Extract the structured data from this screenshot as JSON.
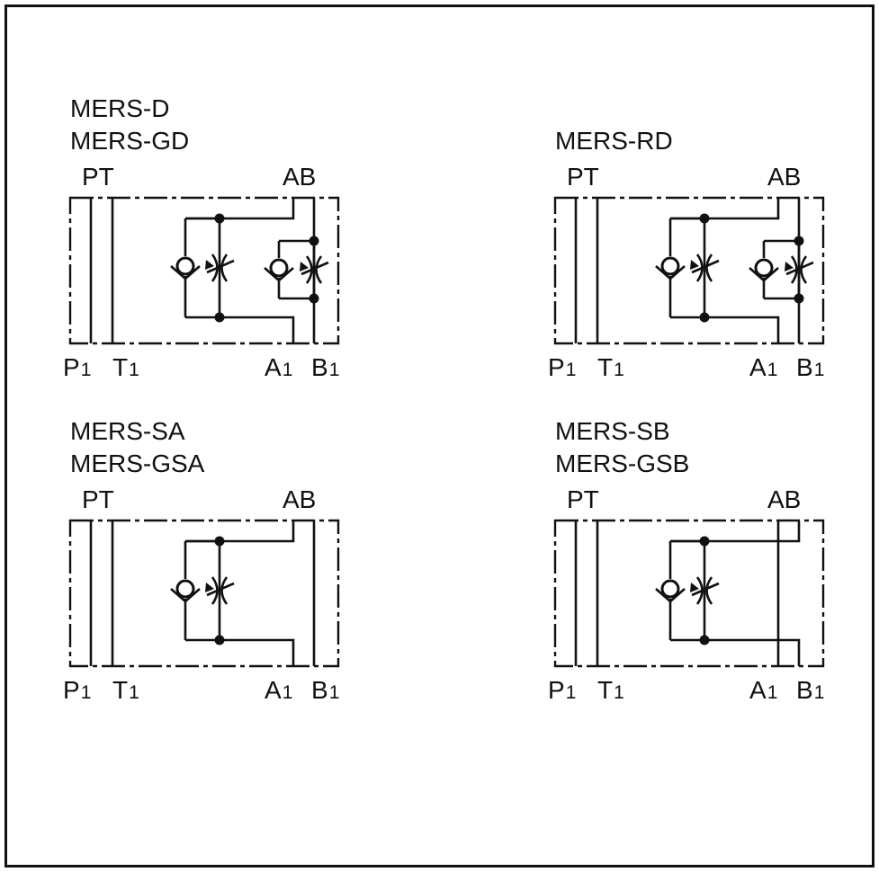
{
  "symbols": [
    {
      "id": "top-left",
      "titles": [
        "MERS-D",
        "MERS-GD"
      ],
      "top_ports": {
        "left": "PT",
        "right": "AB"
      },
      "bottom_ports": [
        {
          "main": "P",
          "sub": "1"
        },
        {
          "main": "T",
          "sub": "1"
        },
        {
          "main": "A",
          "sub": "1"
        },
        {
          "main": "B",
          "sub": "1"
        }
      ],
      "flow_controls": [
        "A",
        "B"
      ]
    },
    {
      "id": "top-right",
      "titles": [
        "MERS-RD"
      ],
      "top_ports": {
        "left": "PT",
        "right": "AB"
      },
      "bottom_ports": [
        {
          "main": "P",
          "sub": "1"
        },
        {
          "main": "T",
          "sub": "1"
        },
        {
          "main": "A",
          "sub": "1"
        },
        {
          "main": "B",
          "sub": "1"
        }
      ],
      "flow_controls": [
        "A",
        "B"
      ]
    },
    {
      "id": "bottom-left",
      "titles": [
        "MERS-SA",
        "MERS-GSA"
      ],
      "top_ports": {
        "left": "PT",
        "right": "AB"
      },
      "bottom_ports": [
        {
          "main": "P",
          "sub": "1"
        },
        {
          "main": "T",
          "sub": "1"
        },
        {
          "main": "A",
          "sub": "1"
        },
        {
          "main": "B",
          "sub": "1"
        }
      ],
      "flow_controls": [
        "A"
      ]
    },
    {
      "id": "bottom-right",
      "titles": [
        "MERS-SB",
        "MERS-GSB"
      ],
      "top_ports": {
        "left": "PT",
        "right": "AB"
      },
      "bottom_ports": [
        {
          "main": "P",
          "sub": "1"
        },
        {
          "main": "T",
          "sub": "1"
        },
        {
          "main": "A",
          "sub": "1"
        },
        {
          "main": "B",
          "sub": "1"
        }
      ],
      "flow_controls": [
        "B"
      ]
    }
  ]
}
